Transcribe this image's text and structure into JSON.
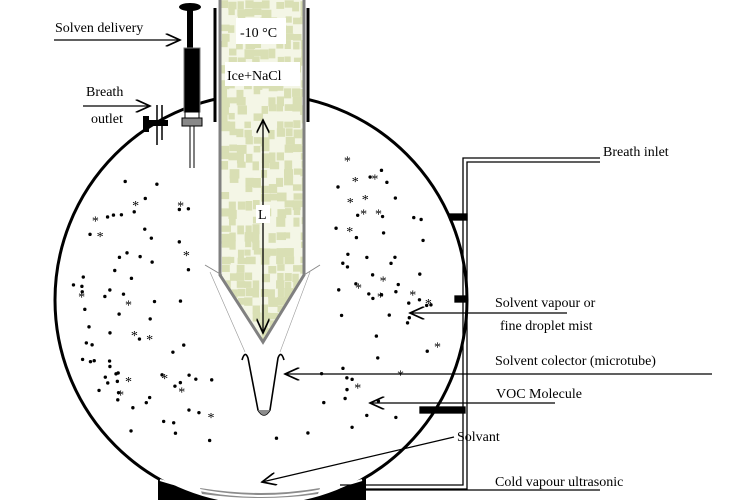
{
  "labels": {
    "solvent_delivery": "Solven delivery",
    "breath_outlet_1": "Breath",
    "breath_outlet_2": "outlet",
    "temperature": "-10 °C",
    "coolant": "Ice+NaCl",
    "length": "L",
    "breath_inlet": "Breath inlet",
    "vapour_1": "Solvent vapour or",
    "vapour_2": "fine droplet mist",
    "collector": "Solvent colector (microtube)",
    "voc": "VOC Molecule",
    "solvant": "Solvant",
    "ultrasonic": "Cold vapour ultrasonic"
  },
  "colors": {
    "ice": "#d9dfb4",
    "column_border": "#808080",
    "solvent": "#8c8c8c"
  }
}
